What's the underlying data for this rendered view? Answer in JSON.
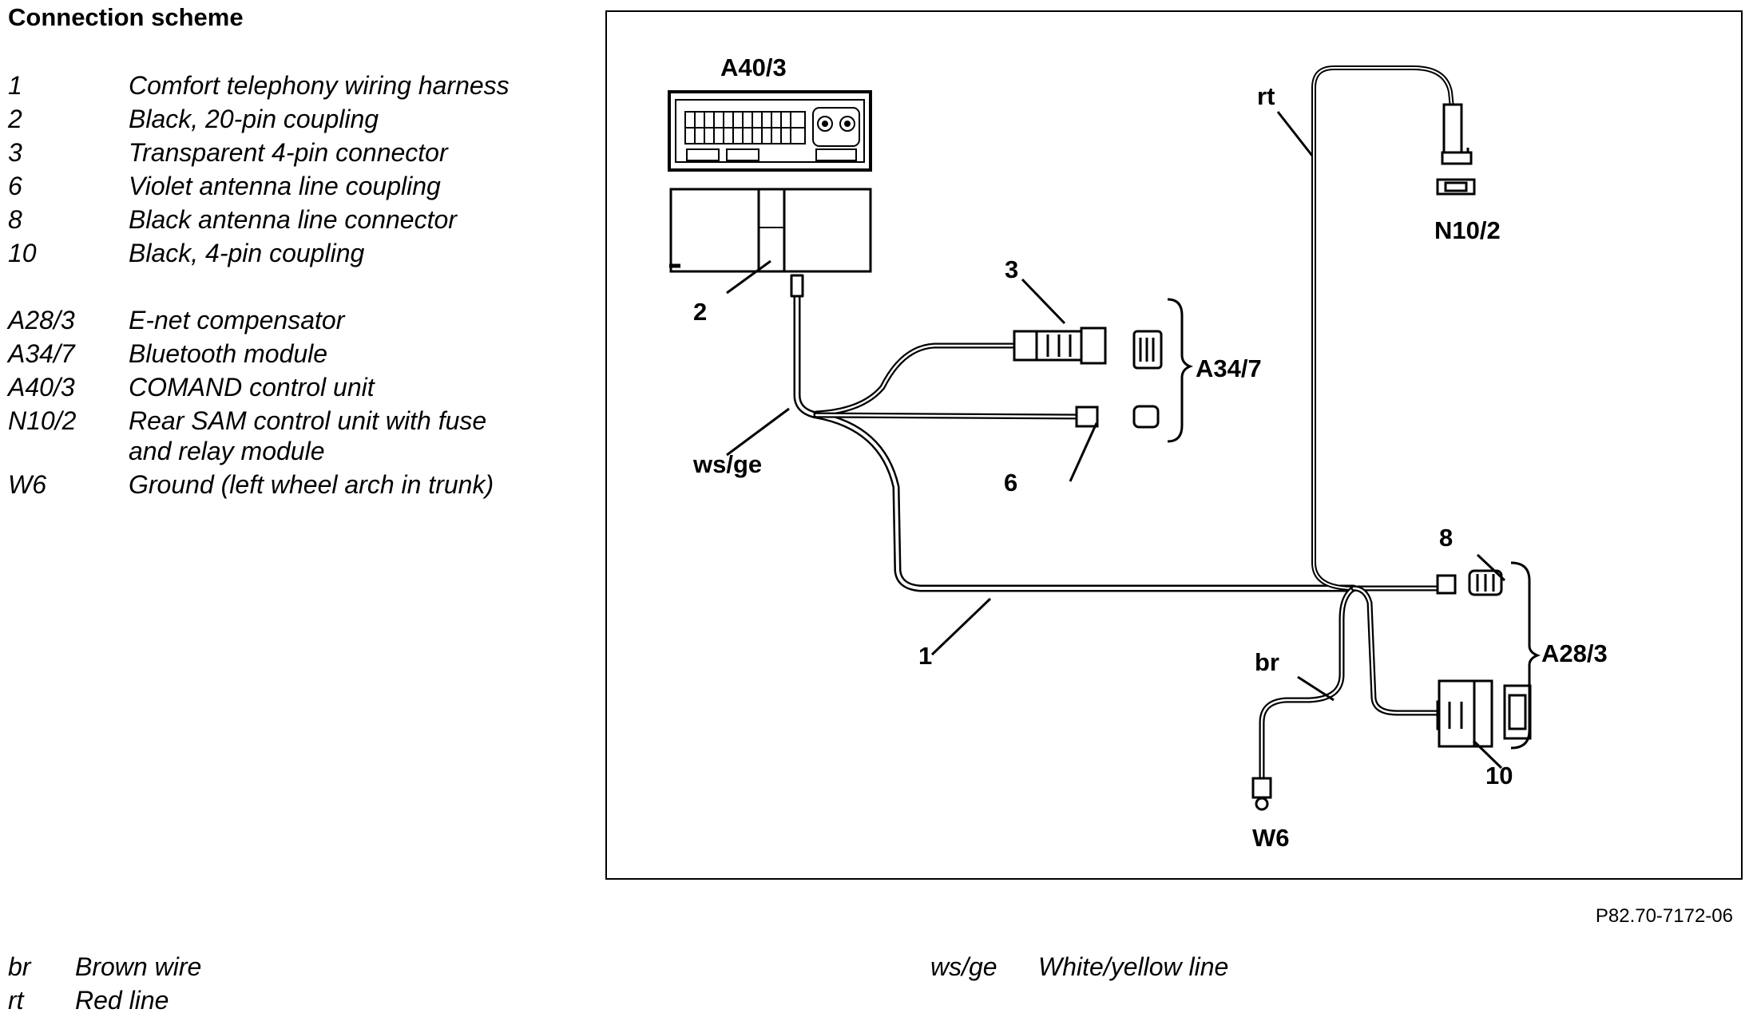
{
  "title": "Connection scheme",
  "legend": [
    {
      "code": "1",
      "desc": "Comfort telephony wiring harness"
    },
    {
      "code": "2",
      "desc": "Black, 20-pin coupling"
    },
    {
      "code": "3",
      "desc": "Transparent 4-pin connector"
    },
    {
      "code": "6",
      "desc": "Violet antenna line coupling"
    },
    {
      "code": "8",
      "desc": "Black antenna line connector"
    },
    {
      "code": "10",
      "desc": "Black, 4-pin coupling"
    },
    {
      "code": "A28/3",
      "desc": "E-net compensator"
    },
    {
      "code": "A34/7",
      "desc": "Bluetooth module"
    },
    {
      "code": "A40/3",
      "desc": "COMAND control unit"
    },
    {
      "code": "N10/2",
      "desc": "Rear SAM control unit with fuse",
      "desc2": "and relay module"
    },
    {
      "code": "W6",
      "desc": "Ground (left wheel arch in trunk)"
    }
  ],
  "diagram_labels": {
    "a40_3": "A40/3",
    "rt": "rt",
    "n10_2": "N10/2",
    "n2": "2",
    "n3": "3",
    "a34_7": "A34/7",
    "ws_ge": "ws/ge",
    "n6": "6",
    "n8": "8",
    "a28_3": "A28/3",
    "n1": "1",
    "br": "br",
    "n10": "10",
    "w6": "W6"
  },
  "figure_ref": "P82.70-7172-06",
  "wire_legend": [
    {
      "code": "br",
      "desc": "Brown wire"
    },
    {
      "code": "rt",
      "desc": "Red line"
    },
    {
      "code": "ws/ge",
      "desc": "White/yellow line"
    }
  ]
}
